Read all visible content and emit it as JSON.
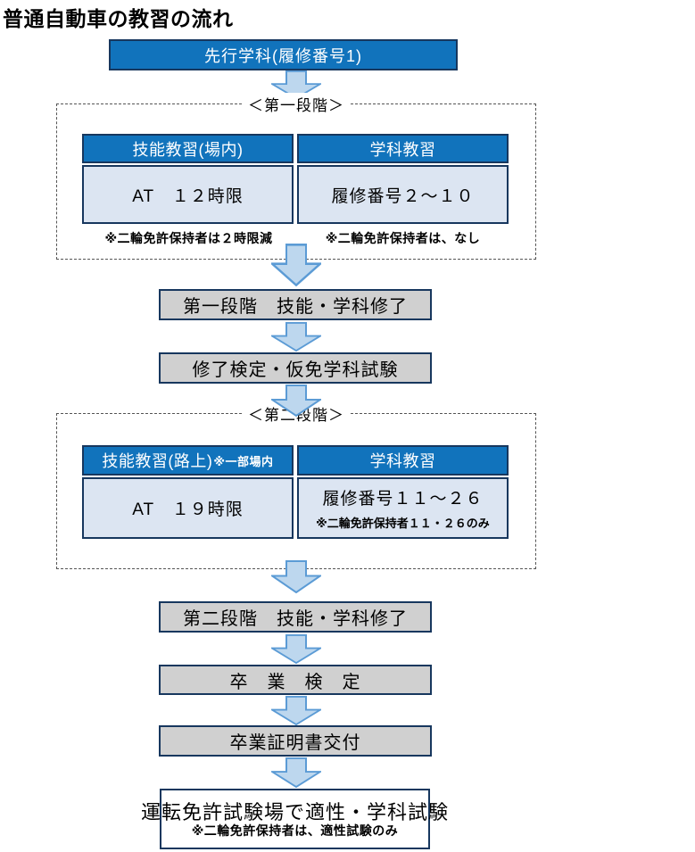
{
  "colors": {
    "header_blue": "#1173BC",
    "border_navy": "#17375E",
    "cell_bg": "#DCE5F2",
    "arrow_fill": "#BDD7EE",
    "arrow_stroke": "#5B9BD5",
    "step_gray": "#D0D0D0"
  },
  "page": {
    "title": "普通自動車の教習の流れ"
  },
  "start_box": {
    "label": "先行学科(履修番号1)"
  },
  "stage1": {
    "label": "＜第一段階＞",
    "skill_header": "技能教習(場内)",
    "academic_header": "学科教習",
    "skill_cell": "AT　１２時限",
    "academic_cell": "履修番号２～１０",
    "skill_note": "※二輪免許保持者は２時限減",
    "academic_note": "※二輪免許保持者は、なし"
  },
  "steps": {
    "stage1_complete": "第一段階　技能・学科修了",
    "provisional_exam": "修了検定・仮免学科試験",
    "stage2_complete": "第二段階　技能・学科修了",
    "graduation_exam": "卒　業　検　定",
    "certificate": "卒業証明書交付"
  },
  "stage2": {
    "label": "＜第二段階＞",
    "skill_header": "技能教習(路上)",
    "skill_header_note": "※一部場内",
    "academic_header": "学科教習",
    "skill_cell": "AT　１９時限",
    "academic_cell": "履修番号１１～２６",
    "academic_cell_note": "※二輪免許保持者１１・２６のみ"
  },
  "final_box": {
    "label": "運転免許試験場で適性・学科試験",
    "note": "※二輪免許保持者は、適性試験のみ"
  }
}
